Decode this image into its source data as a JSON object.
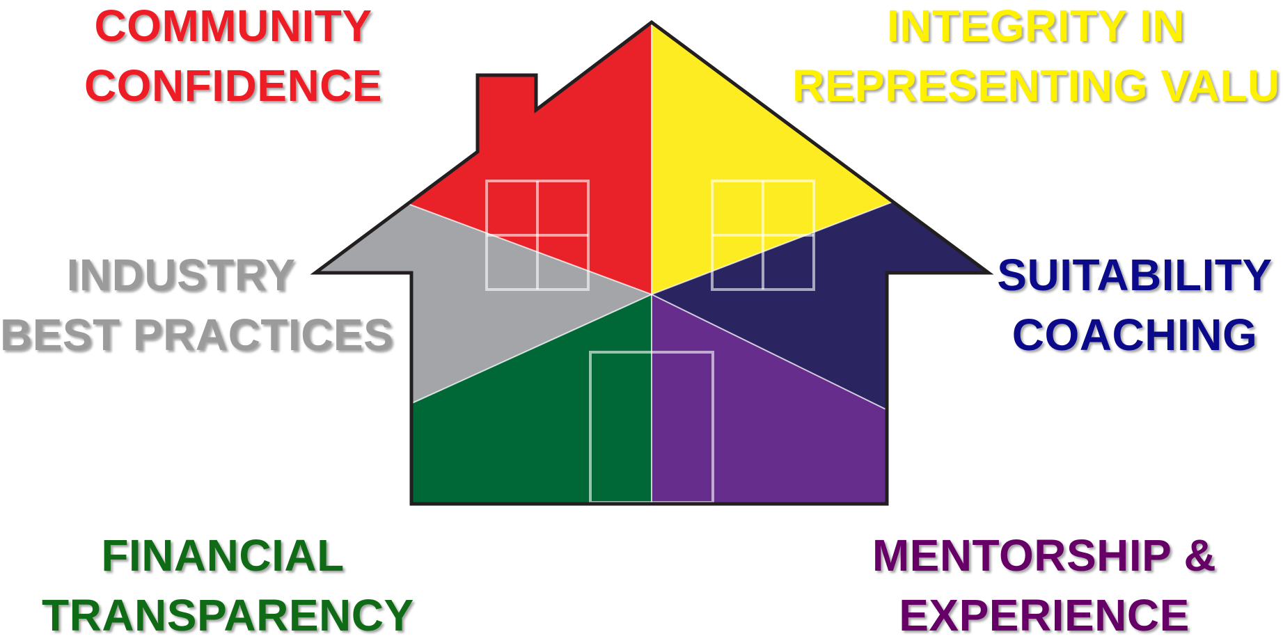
{
  "labels": {
    "community": {
      "line1": "COMMUNITY",
      "line2": "CONFIDENCE",
      "color": "#ee1c24"
    },
    "integrity": {
      "line1": "INTEGRITY IN",
      "line2": "REPRESENTING VALUE",
      "color": "#fff200"
    },
    "industry": {
      "line1": "INDUSTRY",
      "line2": "BEST PRACTICES",
      "color": "#9b9b9b"
    },
    "suitability": {
      "line1": "SUITABILITY",
      "line2": "COACHING",
      "color": "#0a0a8a"
    },
    "financial": {
      "line1": "FINANCIAL",
      "line2": "TRANSPARENCY",
      "color": "#106b16"
    },
    "mentorship": {
      "line1": "MENTORSHIP &",
      "line2": "EXPERIENCE",
      "color": "#660066"
    }
  },
  "segment_colors": {
    "red": "#e82228",
    "yellow": "#fcec21",
    "navy": "#2a2460",
    "purple": "#672d8c",
    "green": "#006837",
    "gray": "#a3a5a8",
    "outline": "#231f20"
  }
}
